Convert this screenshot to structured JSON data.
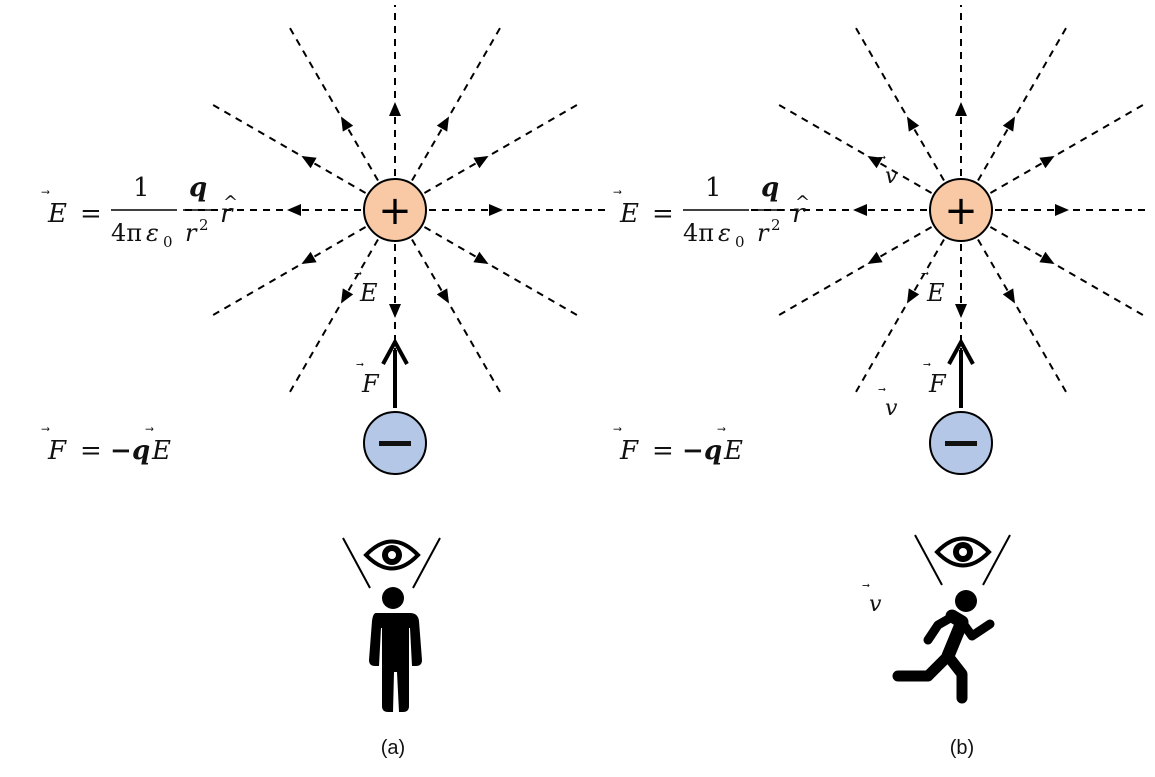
{
  "colors": {
    "positive_fill": "#f8c9a4",
    "negative_fill": "#b4c7e7",
    "q_orange": "#f0a46a",
    "q_blue": "#8faadc"
  },
  "symbols": {
    "plus": "+",
    "minus": "−",
    "E": "E",
    "F": "F",
    "v": "v",
    "r": "r",
    "one": "1",
    "four_pi": "4π",
    "epsilon": "ε",
    "zero": "0",
    "two": "2",
    "q": "q",
    "equals": "=",
    "neg": "−",
    "arrow": "⃗",
    "hat": "^"
  },
  "panels": [
    {
      "caption": "(a)",
      "observer": "standing-person-icon"
    },
    {
      "caption": "(b)",
      "observer": "running-person-icon"
    }
  ],
  "icons": [
    "eye-icon",
    "standing-person-icon",
    "running-person-icon",
    "speed-lines-icon"
  ]
}
